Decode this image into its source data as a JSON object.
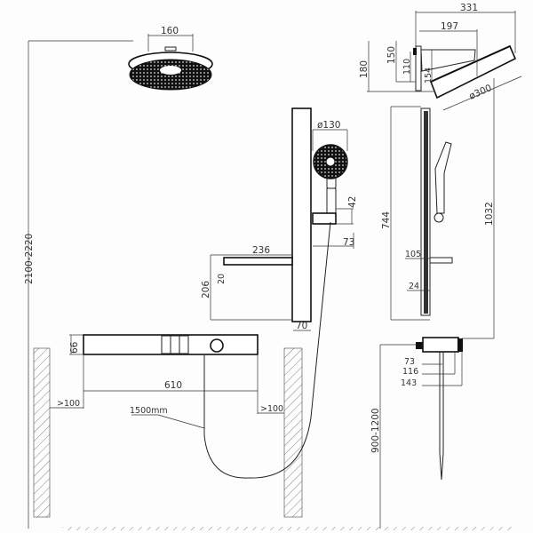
{
  "title": "Shower system installation dimension drawing",
  "dimensions": {
    "total_height": "2100-2220",
    "rain_head_mount_width": "160",
    "hand_shower_diameter": "ø130",
    "holder_height": "42",
    "holder_depth": "73",
    "shelf_width": "236",
    "shelf_thickness": "20",
    "shelf_height": "206",
    "rail_depth": "70",
    "mixer_height": "66",
    "mixer_width": "610",
    "clearance_left": ">100",
    "clearance_right": ">100",
    "hose_length": "1500mm",
    "arm_total_reach": "331",
    "arm_reach": "197",
    "arm_height": "180",
    "arm_plate_height": "150",
    "arm_plate_inner": "110",
    "arm_drop": "154",
    "rain_head_diameter": "ø300",
    "rail_length": "744",
    "rail_total": "1032",
    "shelf_depth": "105",
    "shelf_side": "24",
    "mixer_depth_1": "73",
    "mixer_depth_2": "116",
    "mixer_depth_3": "143",
    "mixer_install_height": "900-1200"
  }
}
